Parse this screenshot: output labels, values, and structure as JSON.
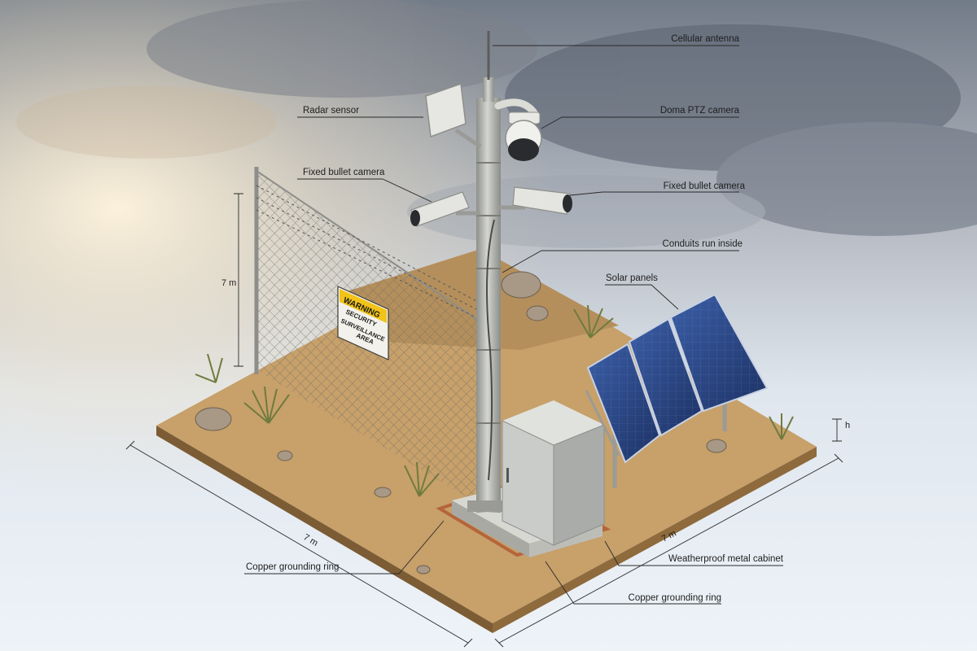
{
  "labels": {
    "cellular_antenna": "Cellular antenna",
    "radar_sensor": "Radar sensor",
    "dome_ptz_camera": "Doma PTZ camera",
    "fixed_bullet_camera_left": "Fixed bullet camera",
    "fixed_bullet_camera_right": "Fixed bullet camera",
    "conduits": "Conduits run inside",
    "solar_panels": "Solar panels",
    "copper_ring_left": "Copper grounding ring",
    "cabinet": "Weatherproof metal cabinet",
    "copper_ring_bottom": "Copper grounding ring"
  },
  "dimensions": {
    "fence_height": "7 m",
    "base_left": "7 m",
    "base_right": "7 m",
    "panel_height": "h"
  },
  "sign": {
    "header": "WARNING",
    "line1": "SECURITY",
    "line2": "SURVEILLANCE",
    "line3": "AREA"
  },
  "colors": {
    "sky_top": "#6f7784",
    "sky_bottom": "#e8eef5",
    "ground": "#c8a26c",
    "pole": "#b8b9b4",
    "solar": "#2d4a86",
    "cabinet": "#c9ccc8",
    "copper": "#b5653a",
    "warning": "#f2c318"
  }
}
